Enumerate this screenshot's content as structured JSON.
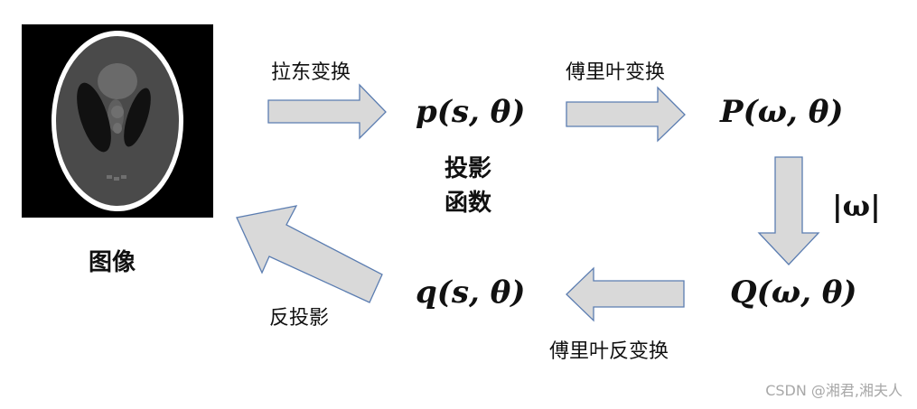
{
  "image_caption": "图像",
  "nodes": {
    "p": "p(s, θ)",
    "P": "P(ω, θ)",
    "Q": "Q(ω, θ)",
    "q": "q(s, θ)"
  },
  "projection_caption_line1": "投影",
  "projection_caption_line2": "函数",
  "arrows": {
    "radon": "拉东变换",
    "fourier": "傅里叶变换",
    "omega": "|ω|",
    "inverse_fourier": "傅里叶反变换",
    "backprojection": "反投影"
  },
  "colors": {
    "arrow_fill": "#d9d9d9",
    "arrow_stroke": "#5b7db1",
    "phantom_bg": "#000000"
  },
  "watermark": "CSDN @湘君,湘夫人"
}
